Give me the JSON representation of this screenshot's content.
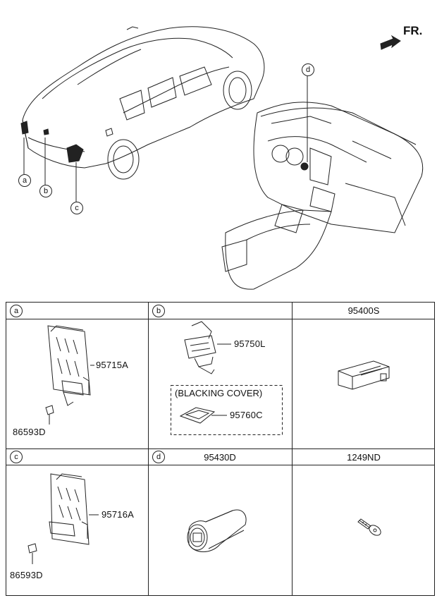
{
  "orientation": {
    "label": "FR."
  },
  "overview_callouts": [
    "a",
    "b",
    "c",
    "d"
  ],
  "table": {
    "headers": [
      {
        "id": "a",
        "type": "callout",
        "text": "a"
      },
      {
        "id": "b",
        "type": "callout",
        "text": "b"
      },
      {
        "id": "95400S",
        "type": "part",
        "text": "95400S"
      },
      {
        "id": "c",
        "type": "callout",
        "text": "c"
      },
      {
        "id": "d",
        "type": "callout",
        "text": "d"
      },
      {
        "id": "95430D",
        "type": "part",
        "text": "95430D"
      },
      {
        "id": "1249ND",
        "type": "part",
        "text": "1249ND"
      }
    ],
    "cells": {
      "a": {
        "part_main": "95715A",
        "part_bolt": "86593D"
      },
      "b": {
        "part_main": "95750L",
        "group_label": "(BLACKING COVER)",
        "part_cover": "95760C"
      },
      "c": {
        "part_main": "95716A",
        "part_bolt": "86593D"
      }
    }
  },
  "colors": {
    "line": "#222222",
    "background": "#ffffff"
  }
}
